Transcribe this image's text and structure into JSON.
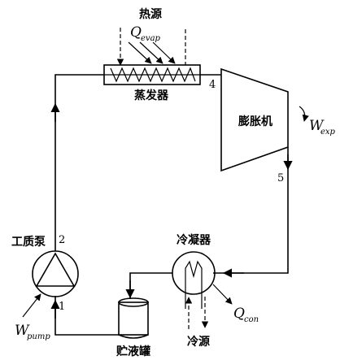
{
  "labels": {
    "heat_source": "热源",
    "evaporator": "蒸发器",
    "expander": "膨胀机",
    "condenser": "冷凝器",
    "cold_source": "冷源",
    "pump": "工质泵",
    "tank": "贮液罐"
  },
  "symbols": {
    "q_evap": {
      "main": "Q",
      "sub": "evap"
    },
    "w_exp": {
      "main": "W",
      "sub": "exp"
    },
    "q_con": {
      "main": "Q",
      "sub": "con"
    },
    "w_pump": {
      "main": "W",
      "sub": "pump"
    }
  },
  "state_points": [
    "1",
    "2",
    "4",
    "5"
  ]
}
